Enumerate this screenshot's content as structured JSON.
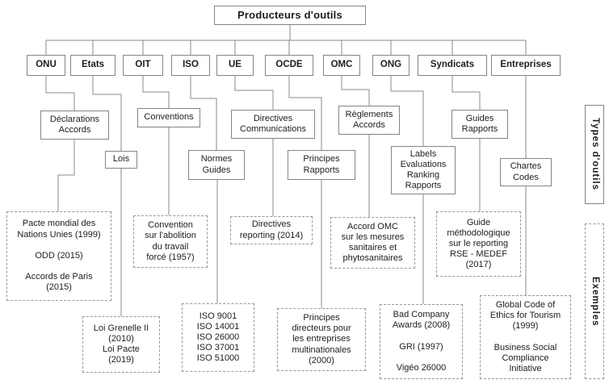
{
  "diagram": {
    "root_label": "Producteurs d'outils",
    "side_labels": {
      "tool_types": "Types d'outils",
      "examples": "Exemples"
    },
    "colors": {
      "line": "#8a8a8a",
      "border": "#858585",
      "text": "#1d1d1d",
      "background": "#ffffff"
    },
    "columns": [
      {
        "producer": "ONU",
        "tool_type": "Déclarations\nAccords",
        "examples": "Pacte mondial des\nNations Unies (1999)\n\nODD (2015)\n\nAccords de Paris\n(2015)"
      },
      {
        "producer": "Etats",
        "tool_type": "Lois",
        "examples": "Loi Grenelle II\n(2010)\nLoi Pacte\n(2019)"
      },
      {
        "producer": "OIT",
        "tool_type": "Conventions",
        "examples": "Convention\nsur l'abolition\ndu travail\nforcé (1957)"
      },
      {
        "producer": "ISO",
        "tool_type": "Normes\nGuides",
        "examples": "ISO 9001\nISO 14001\nISO 26000\nISO 37001\nISO 51000"
      },
      {
        "producer": "UE",
        "tool_type": "Directives\nCommunications",
        "examples": "Directives\nreporting (2014)"
      },
      {
        "producer": "OCDE",
        "tool_type": "Principes\nRapports",
        "examples": "Principes\ndirecteurs pour\nles entreprises\nmultinationales\n(2000)"
      },
      {
        "producer": "OMC",
        "tool_type": "Règlements\nAccords",
        "examples": "Accord OMC\nsur les mesures\nsanitaires et\nphytosanitaires"
      },
      {
        "producer": "ONG",
        "tool_type": "Labels\nEvaluations\nRanking\nRapports",
        "examples": "Bad Company\nAwards (2008)\n\nGRI (1997)\n\nVigéo 26000"
      },
      {
        "producer": "Syndicats",
        "tool_type": "Guides\nRapports",
        "examples": "Guide\nméthodologique\nsur le reporting\nRSE - MEDEF\n(2017)"
      },
      {
        "producer": "Entreprises",
        "tool_type": "Chartes\nCodes",
        "examples": "Global Code of\nEthics for Tourism\n(1999)\n\nBusiness Social\nCompliance\nInitiative"
      }
    ]
  }
}
